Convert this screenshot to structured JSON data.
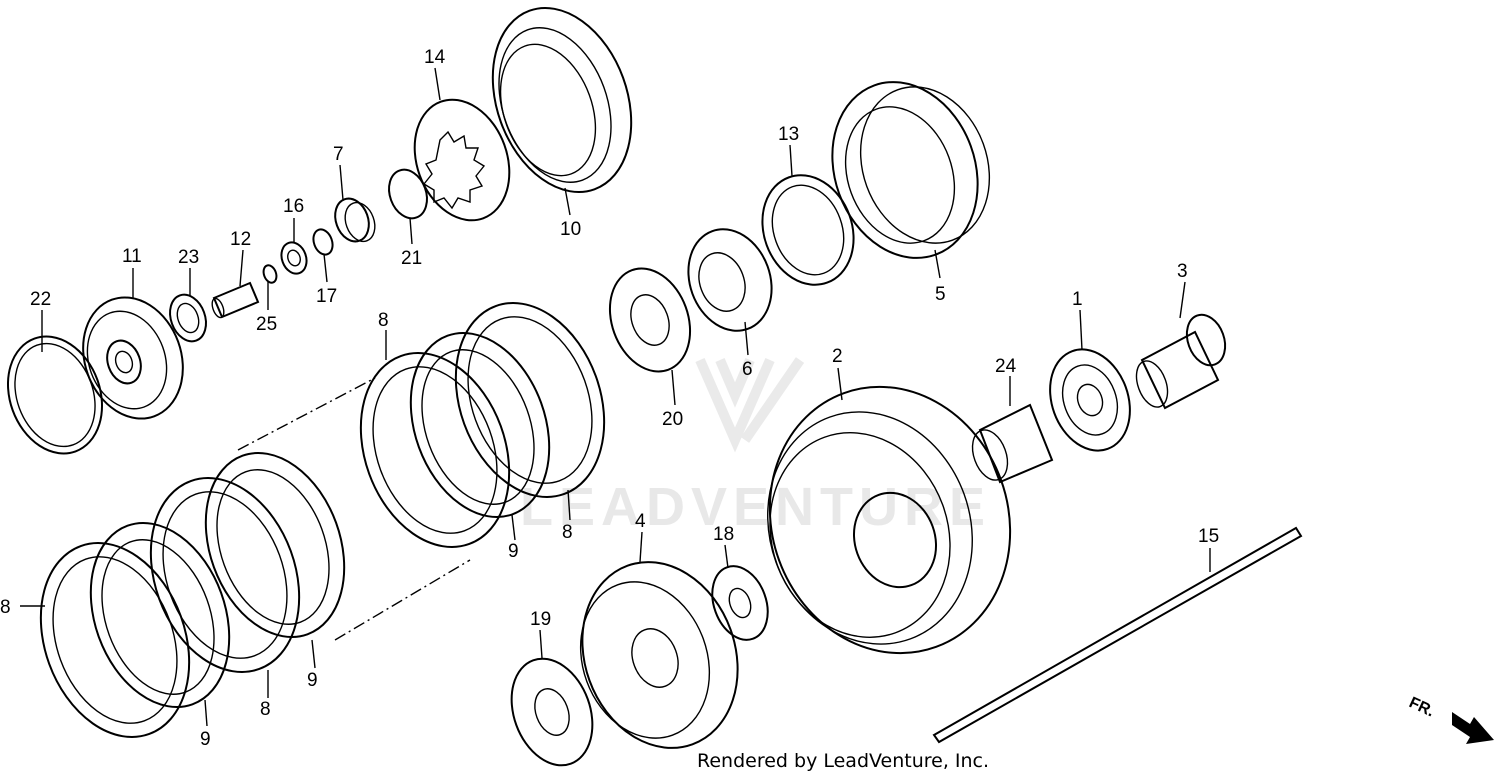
{
  "callouts": {
    "p1": "1",
    "p2": "2",
    "p3": "3",
    "p4": "4",
    "p5": "5",
    "p6": "6",
    "p7": "7",
    "p8a": "8",
    "p8b": "8",
    "p8c": "8",
    "p8d": "8",
    "p9a": "9",
    "p9b": "9",
    "p9c": "9",
    "p10": "10",
    "p11": "11",
    "p12": "12",
    "p13": "13",
    "p14": "14",
    "p15": "15",
    "p16": "16",
    "p17": "17",
    "p18": "18",
    "p19": "19",
    "p20": "20",
    "p21": "21",
    "p22": "22",
    "p23": "23",
    "p24": "24",
    "p25": "25"
  },
  "direction_label": "FR.",
  "credit": "Rendered by LeadVenture, Inc.",
  "watermark": "LEADVENTURE"
}
